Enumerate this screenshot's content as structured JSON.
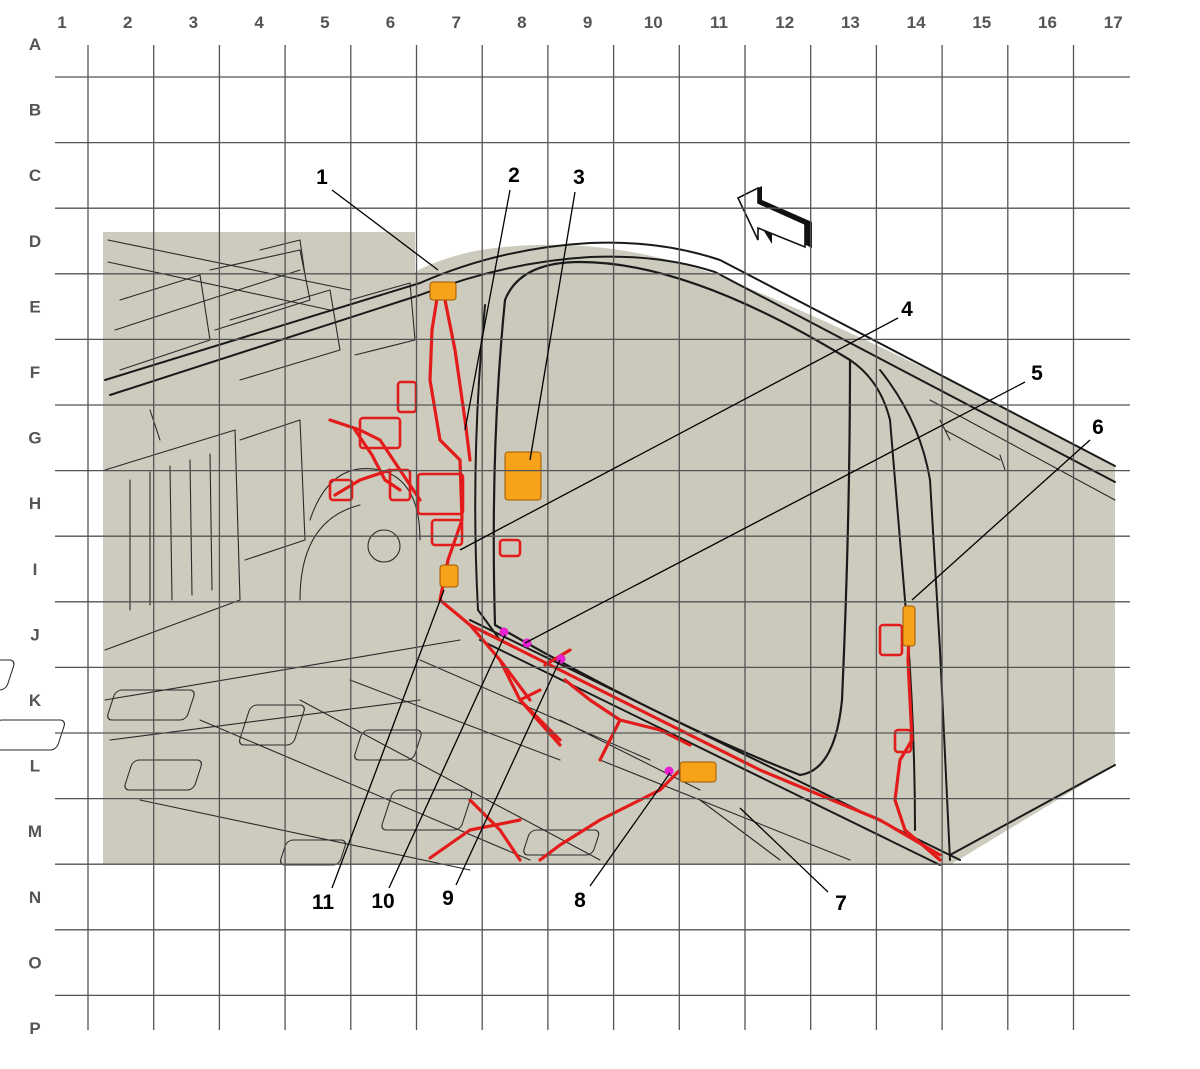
{
  "grid": {
    "columns": [
      "1",
      "2",
      "3",
      "4",
      "5",
      "6",
      "7",
      "8",
      "9",
      "10",
      "11",
      "12",
      "13",
      "14",
      "15",
      "16",
      "17"
    ],
    "rows": [
      "A",
      "B",
      "C",
      "D",
      "E",
      "F",
      "G",
      "H",
      "I",
      "J",
      "K",
      "L",
      "M",
      "N",
      "O",
      "P"
    ]
  },
  "callouts": [
    "1",
    "2",
    "3",
    "4",
    "5",
    "6",
    "7",
    "8",
    "9",
    "10",
    "11"
  ],
  "colors": {
    "background": "#ffffff",
    "body_fill": "#cdcbbd",
    "glass_fill": "#cbc9bb",
    "harness": "#e41b1b",
    "connector": "#f7a21a",
    "splice": "#e81fd0",
    "grid": "#555555",
    "outline": "#1a1a1a"
  },
  "icons": {
    "direction_arrow": "front-direction-arrow-icon"
  }
}
